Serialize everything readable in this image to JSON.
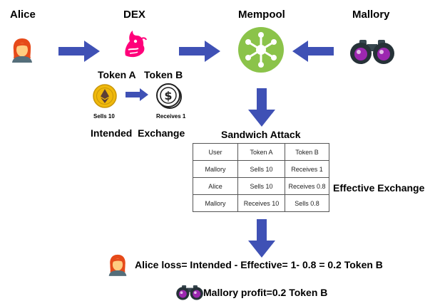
{
  "actors": {
    "alice": "Alice",
    "dex": "DEX",
    "mempool": "Mempool",
    "mallory": "Mallory"
  },
  "tokens": {
    "a_label": "Token A",
    "b_label": "Token B",
    "sells": "Sells 10",
    "receives": "Receives 1"
  },
  "intended_exchange": "Intended  Exchange",
  "sandwich_title": "Sandwich Attack",
  "effective_exchange": "Effective Exchange",
  "table": {
    "headers": [
      "User",
      "Token A",
      "Token B"
    ],
    "rows": [
      [
        "Mallory",
        "Sells 10",
        "Receives 1"
      ],
      [
        "Alice",
        "Sells 10",
        "Receives 0.8"
      ],
      [
        "Mallory",
        "Receives 10",
        "Sells 0.8"
      ]
    ]
  },
  "alice_loss": "Alice loss= Intended - Effective= 1- 0.8 = 0.2 Token B",
  "mallory_profit": "Mallory profit=0.2 Token B",
  "colors": {
    "arrow": "#3f51b5",
    "mempool": "#8bc34a",
    "dex": "#ff007a",
    "eth_coin": "#f0b90b",
    "binocular_lens": "#9c27b0",
    "alice_hair": "#e64a19",
    "alice_face": "#ffcc80"
  }
}
